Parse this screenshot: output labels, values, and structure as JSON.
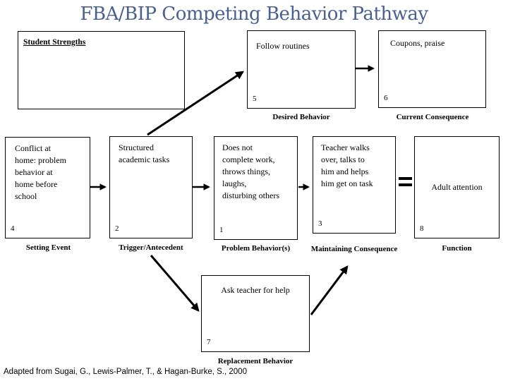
{
  "slide": {
    "title": "FBA/BIP Competing Behavior Pathway",
    "credit": "Adapted from Sugai, G., Lewis-Palmer, T., & Hagan-Burke, S., 2000"
  },
  "boxes": {
    "student_strengths": {
      "heading": "Student Strengths"
    },
    "desired_behavior": {
      "text": "Follow routines",
      "number": "5",
      "label": "Desired Behavior"
    },
    "current_consequence": {
      "text": "Coupons, praise",
      "number": "6",
      "label": "Current Consequence"
    },
    "setting_event": {
      "text": "Conflict at\nhome: problem\nbehavior at\nhome before\nschool",
      "number": "4",
      "label": "Setting Event"
    },
    "trigger_antecedent": {
      "text": "Structured\nacademic tasks",
      "number": "2",
      "label": "Trigger/Antecedent"
    },
    "problem_behavior": {
      "text": "Does not\ncomplete work,\nthrows things,\nlaughs,\ndisturbing others",
      "number": "1",
      "label": "Problem Behavior(s)"
    },
    "maintaining_consequence": {
      "text": "Teacher walks\nover, talks to\nhim and helps\nhim get on task",
      "number": "3",
      "label": "Maintaining Consequence"
    },
    "function": {
      "text": "Adult attention",
      "number": "8",
      "label": "Function"
    },
    "replacement_behavior": {
      "text": "Ask teacher for help",
      "number": "7",
      "label": "Replacement Behavior"
    }
  },
  "colors": {
    "title_text": "#4a6190",
    "diagram_lines": "#000000"
  }
}
